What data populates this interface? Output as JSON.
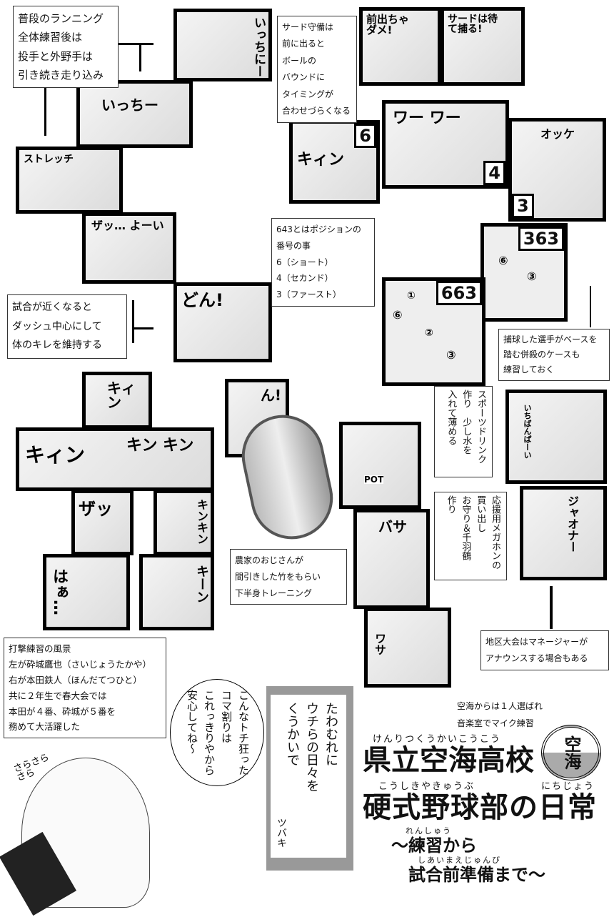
{
  "notes": {
    "running": [
      "普段のランニング",
      "全体練習後は",
      "投手と外野手は",
      "引き続き走り込み"
    ],
    "third_base": [
      "サード守備は",
      "前に出ると",
      "ボールの",
      "バウンドに",
      "タイミングが",
      "合わせづらくなる"
    ],
    "positions": [
      "643とはポジションの",
      "番号の事",
      "6（ショート）",
      "4（セカンド）",
      "3（ファースト）"
    ],
    "dash": [
      "試合が近くなると",
      "ダッシュ中心にして",
      "体のキレを維持する"
    ],
    "double_play": [
      "捕球した選手がベースを",
      "踏む併殺のケースも",
      "練習しておく"
    ],
    "drink": [
      "スポーツドリンク",
      "作り　少し水を",
      "入れて薄める"
    ],
    "megaphone": [
      "応援用メガホンの",
      "買い出し",
      "お守り＆千羽鶴",
      "作り"
    ],
    "farmer": [
      "農家のおじさんが",
      "間引きした竹をもらい",
      "下半身トレーニング"
    ],
    "batting": [
      "打撃練習の風景",
      "左が砕城鷹也（さいじょうたかや）",
      "右が本田鉄人（ほんだてつひと）",
      "共に２年生で春大会では",
      "本田が４番、砕城が５番を",
      "務めて大活躍した"
    ],
    "announce": [
      "地区大会はマネージャーが",
      "アナウンスする場合もある"
    ],
    "announce_extra": [
      "空海からは１人選ばれ",
      "音楽室でマイク練習"
    ]
  },
  "speech": [
    "こんなトチ狂った",
    "コマ割りは",
    "これっきりやから",
    "安心してね～"
  ],
  "sign": [
    "たわむれに",
    "ウチらの日々を",
    "くうかいで"
  ],
  "sign_author": "ツバキ",
  "sfx": {
    "p1": "いっちにー",
    "p2": "いっちー",
    "p3": "ストレッチ",
    "p4": "ザッ… よーい",
    "p5": "どん!",
    "p6": "前出ちゃダメ!",
    "p7": "サードは待て捕る!",
    "p8": "キィン",
    "p9": "ワー ワー",
    "p10": "オッケ",
    "b1": "キィン",
    "b2": "キン キン",
    "b3": "ザッ",
    "b4": "キンキン",
    "b5": "はぁ…",
    "b6": "キーン",
    "r1": "ん!",
    "r2": "バサ",
    "r3": "ワサ",
    "r4": "いちばんぱーい",
    "r5": "ジャオナー",
    "sfx_grass": "さらさらさら"
  },
  "position_numbers": [
    "6",
    "4",
    "3",
    "363",
    "663"
  ],
  "diagram_marks": [
    "①",
    "②",
    "③",
    "⑥"
  ],
  "pot_label": "POT",
  "title": {
    "ruby1": "けんりつくうかいこうこう",
    "line1": "県立空海高校",
    "ruby2a": "こうしきやきゅうぶ",
    "ruby2b": "にちじょう",
    "line2": "硬式野球部の日常",
    "ruby3": "れんしゅう",
    "line3": "～練習から",
    "ruby4": "しあいまえじゅんび",
    "line4": "試合前準備まで～",
    "emblem": "空海"
  }
}
